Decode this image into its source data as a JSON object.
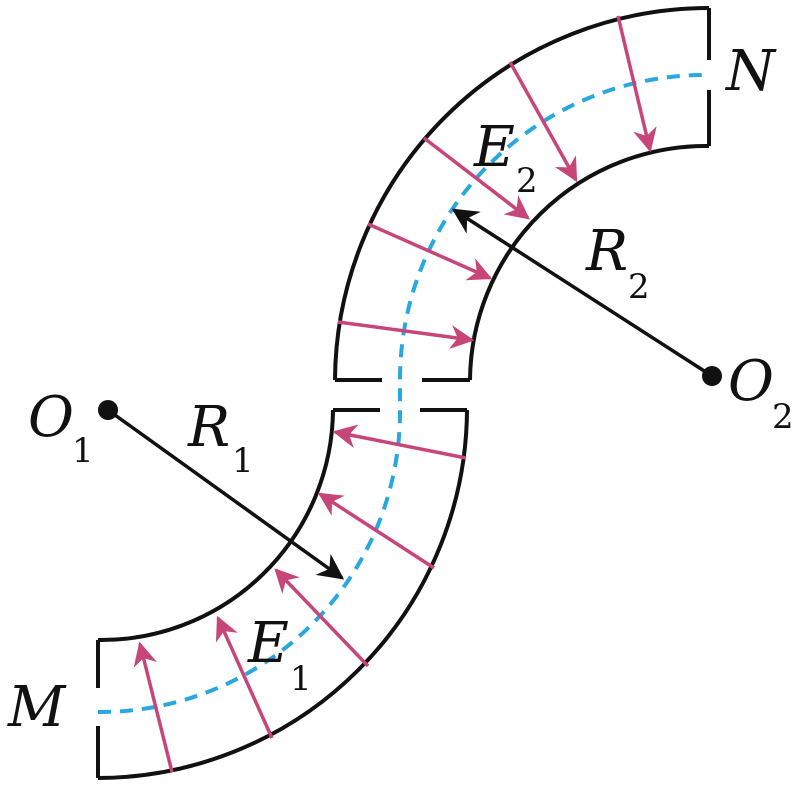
{
  "colors": {
    "wall": "#111111",
    "field_arrow": "#c8457a",
    "path": "#29a8e0",
    "radius_arrow": "#111111"
  },
  "labels": {
    "M": "M",
    "N": "N",
    "O1": {
      "main": "O",
      "sub": "1"
    },
    "O2": {
      "main": "O",
      "sub": "2"
    },
    "R1": {
      "main": "R",
      "sub": "1"
    },
    "R2": {
      "main": "R",
      "sub": "2"
    },
    "E1": {
      "main": "E",
      "sub": "1"
    },
    "E2": {
      "main": "E",
      "sub": "2"
    }
  }
}
